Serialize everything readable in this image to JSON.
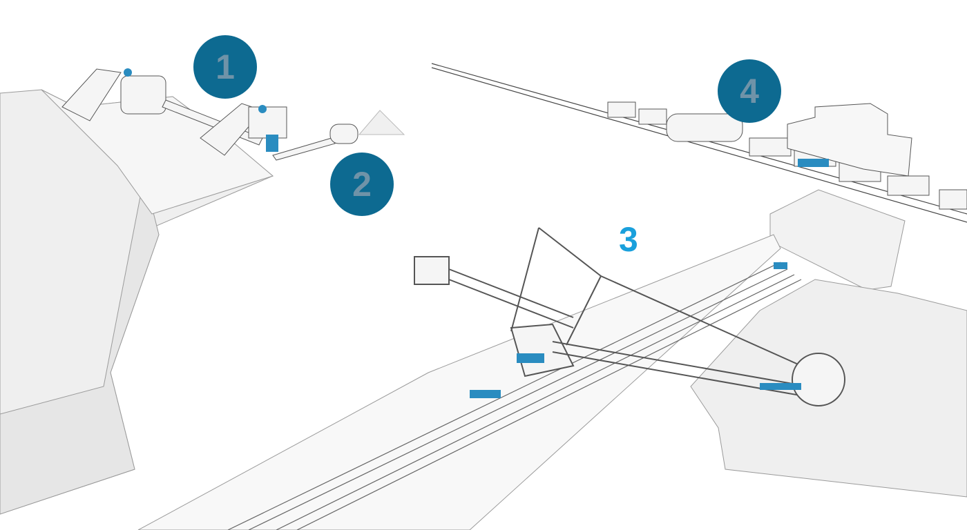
{
  "colors": {
    "circle": "#0d6a91",
    "circle_number": "#6f93a8",
    "highlight": "#1aa0dc",
    "equipment": "#2a8cc0",
    "terrain": "#e9e9e9",
    "line": "#8a8a8a"
  },
  "markers": [
    {
      "label": "1",
      "style": "circle"
    },
    {
      "label": "2",
      "style": "circle"
    },
    {
      "label": "3",
      "style": "plain"
    },
    {
      "label": "4",
      "style": "circle"
    }
  ]
}
